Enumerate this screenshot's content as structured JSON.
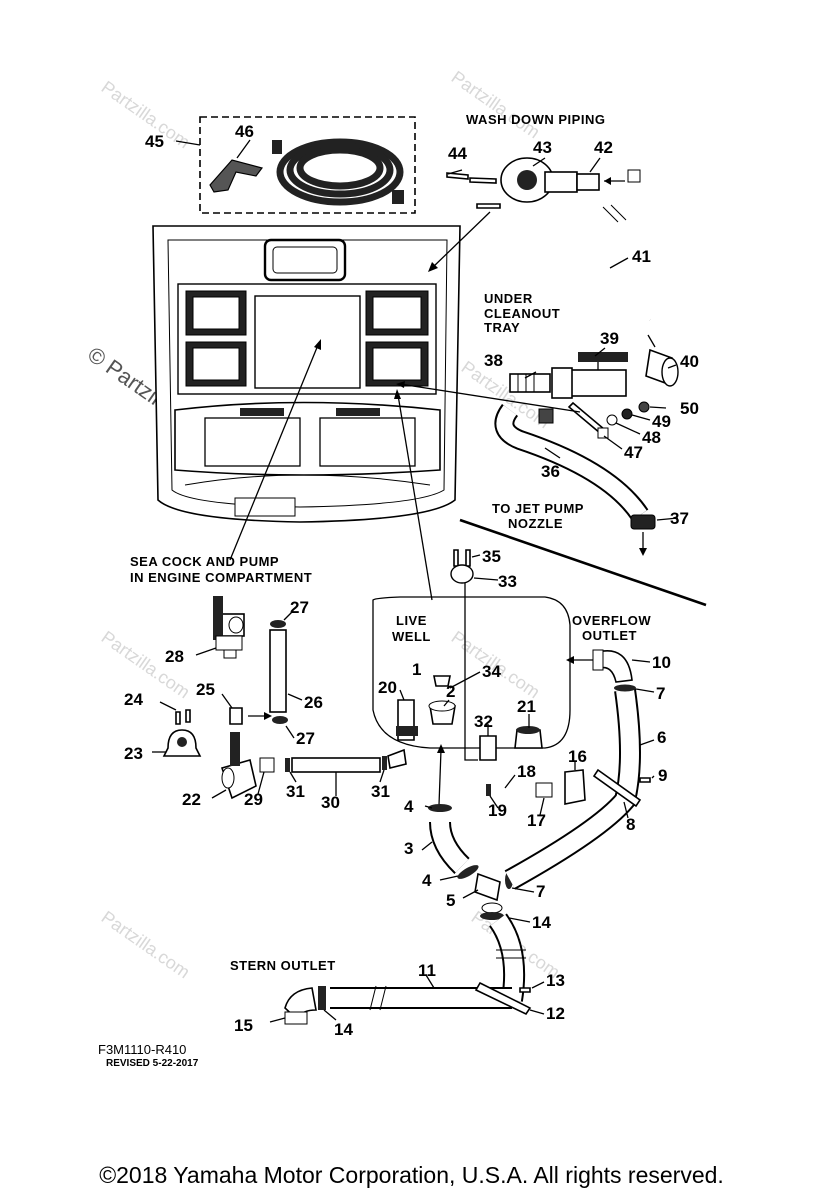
{
  "watermark": {
    "mark": "© Partzilla.com",
    "small": "Partzilla.com"
  },
  "section_labels": {
    "wash_down": "WASH DOWN PIPING",
    "under_line1": "UNDER",
    "under_line2": "CLEANOUT",
    "under_line3": "TRAY",
    "jet_line1": "TO JET PUMP",
    "jet_line2": "NOZZLE",
    "sea_line1": "SEA COCK AND PUMP",
    "sea_line2": "IN ENGINE COMPARTMENT",
    "live_line1": "LIVE",
    "live_line2": "WELL",
    "over_line1": "OVERFLOW",
    "over_line2": "OUTLET",
    "stern": "STERN OUTLET"
  },
  "drawing_code": "F3M1110-R410",
  "revised": "REVISED 5-22-2017",
  "callouts": {
    "c1": "1",
    "c2": "2",
    "c3": "3",
    "c4a": "4",
    "c4b": "4",
    "c5": "5",
    "c6": "6",
    "c7a": "7",
    "c7b": "7",
    "c8": "8",
    "c9": "9",
    "c10": "10",
    "c11": "11",
    "c12": "12",
    "c13": "13",
    "c14a": "14",
    "c14b": "14",
    "c15": "15",
    "c16": "16",
    "c17": "17",
    "c18": "18",
    "c19": "19",
    "c20": "20",
    "c21": "21",
    "c22": "22",
    "c23": "23",
    "c24": "24",
    "c25": "25",
    "c26": "26",
    "c27a": "27",
    "c27b": "27",
    "c28": "28",
    "c29": "29",
    "c30": "30",
    "c31a": "31",
    "c31b": "31",
    "c32": "32",
    "c33": "33",
    "c34": "34",
    "c35": "35",
    "c36": "36",
    "c37": "37",
    "c38": "38",
    "c39": "39",
    "c40": "40",
    "c41": "41",
    "c42": "42",
    "c43": "43",
    "c44": "44",
    "c45": "45",
    "c46": "46",
    "c47": "47",
    "c48": "48",
    "c49": "49",
    "c50": "50"
  },
  "copyright": "©2018  Yamaha Motor Corporation, U.S.A. All rights reserved."
}
